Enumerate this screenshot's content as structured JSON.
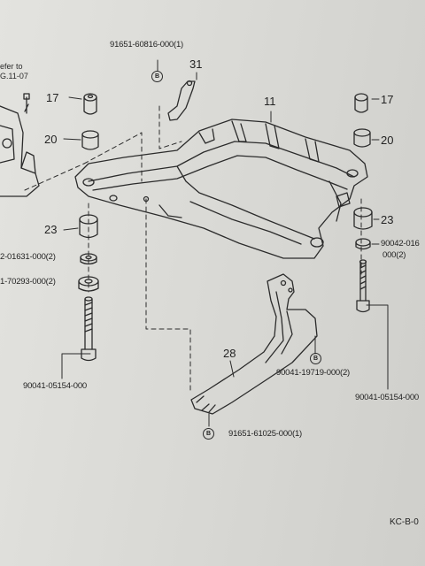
{
  "page": {
    "code": "KC-B-0",
    "side_note_lines": [
      "efer to",
      "G.11-07"
    ]
  },
  "callouts": {
    "n11": "11",
    "n17_left": "17",
    "n17_right": "17",
    "n20_left": "20",
    "n20_right": "20",
    "n23_left": "23",
    "n23_right": "23",
    "n28": "28",
    "n31": "31"
  },
  "part_numbers": {
    "top_center": "91651-60816-000(1)",
    "left_washer": "2-01631-000(2)",
    "left_nut": "1-70293-000(2)",
    "left_bolt": "90041-05154-000",
    "right_washer_line1": "90042-016",
    "right_washer_line2": "000(2)",
    "right_bolt": "90041-05154-000",
    "bracket_bolt": "90041-19719-000(2)",
    "bottom": "91651-61025-000(1)"
  },
  "marker_letter": "B"
}
